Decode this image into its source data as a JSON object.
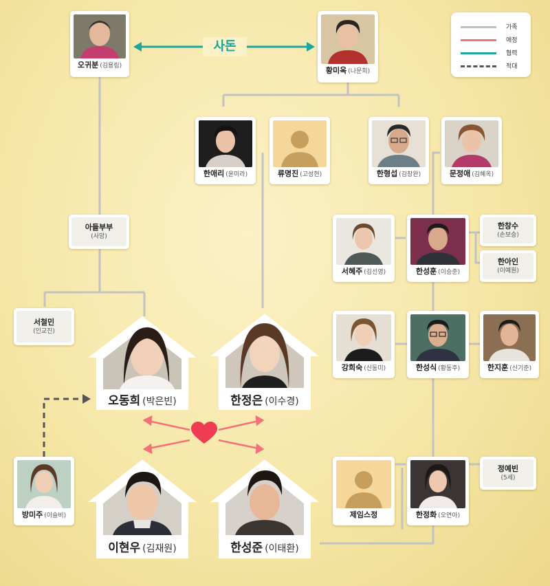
{
  "legend": [
    {
      "label": "가족",
      "color": "#bfbfbf",
      "style": "solid"
    },
    {
      "label": "애정",
      "color": "#f2707a",
      "style": "solid"
    },
    {
      "label": "협력",
      "color": "#1fa59f",
      "style": "solid"
    },
    {
      "label": "적대",
      "color": "#555555",
      "style": "dashed"
    }
  ],
  "sadon_label": "사돈",
  "people": {
    "oh_gwibun": {
      "name": "오귀분",
      "actor": "(김용림)"
    },
    "hwang_miok": {
      "name": "황미옥",
      "actor": "(나문희)"
    },
    "han_aeri": {
      "name": "한애리",
      "actor": "(윤미라)"
    },
    "ryu_myeongjin": {
      "name": "류명진",
      "actor": "(고성현)"
    },
    "han_hyeongseop": {
      "name": "한형섭",
      "actor": "(김창완)"
    },
    "mun_jeongae": {
      "name": "문정애",
      "actor": "(김혜옥)"
    },
    "seo_hyeju": {
      "name": "서혜주",
      "actor": "(김선영)"
    },
    "han_seonghun": {
      "name": "한성훈",
      "actor": "(이승준)"
    },
    "gang_huisuk": {
      "name": "강희숙",
      "actor": "(신동미)"
    },
    "han_seongsik": {
      "name": "한성식",
      "actor": "(황동주)"
    },
    "han_jihun": {
      "name": "한지훈",
      "actor": "(신기준)"
    },
    "bang_miju": {
      "name": "방미주",
      "actor": "(이슬비)"
    },
    "james": {
      "name": "제임스정",
      "actor": ""
    },
    "han_jeonghwa": {
      "name": "한정화",
      "actor": "(오연아)"
    }
  },
  "small_boxes": {
    "son_couple": {
      "name": "아들부부",
      "sub": "(사망)"
    },
    "seo_cheolmin": {
      "name": "서철민",
      "sub": "(인교진)"
    },
    "han_changsu": {
      "name": "한창수",
      "sub": "(손보승)"
    },
    "han_ain": {
      "name": "한아인",
      "sub": "(이예원)"
    },
    "jeong_yebin": {
      "name": "정예빈",
      "sub": "(5세)"
    }
  },
  "leads": {
    "oh_donghui": {
      "name": "오동희",
      "actor": "(박은빈)"
    },
    "han_jeongeun": {
      "name": "한정은",
      "actor": "(이수경)"
    },
    "lee_hyeonu": {
      "name": "이현우",
      "actor": "(김재원)"
    },
    "han_seongjun": {
      "name": "한성준",
      "actor": "(이태환)"
    }
  },
  "colors": {
    "family": "#bfbfbf",
    "love": "#f2707a",
    "cooperation": "#1fa59f",
    "hostile": "#555555",
    "heart": "#ee3d52"
  }
}
